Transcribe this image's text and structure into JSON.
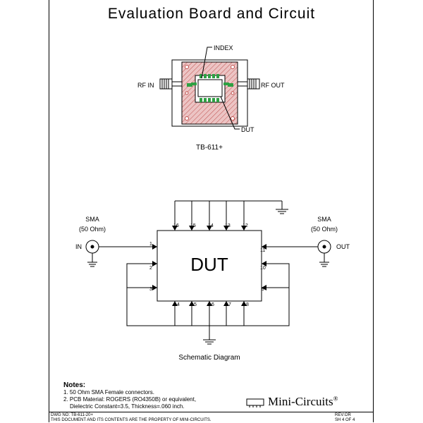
{
  "title": "Evaluation Board and Circuit",
  "board": {
    "rf_in": "RF IN",
    "rf_out": "RF OUT",
    "index": "INDEX",
    "dut": "DUT",
    "part": "TB-611+"
  },
  "schematic": {
    "left_connector": "SMA",
    "left_impedance": "(50 Ohm)",
    "left_port": "IN",
    "right_connector": "SMA",
    "right_impedance": "(50 Ohm)",
    "right_port": "OUT",
    "chip_label": "DUT",
    "caption": "Schematic Diagram",
    "pins": {
      "p1": "1",
      "p2": "2",
      "p3": "3",
      "p4": "4",
      "p5": "5",
      "p6": "6",
      "p7": "7",
      "p8": "8",
      "p9": "9",
      "p10": "10",
      "p11": "11",
      "p12": "12",
      "p13": "13",
      "p14": "14",
      "p15": "15",
      "p16": "16"
    }
  },
  "notes": {
    "heading": "Notes:",
    "n1": "1. 50 Ohm SMA Female connectors.",
    "n2a": "2. PCB Material: ROGERS (RO4350B) or equivalent,",
    "n2b": "Dielectric Constant=3.5, Thickness=.060 inch."
  },
  "brand": {
    "name": "Mini-Circuits",
    "mark": "®"
  },
  "footer": {
    "dwg": "DWG NO: TB-611-20+",
    "legal": "THIS DOCUMENT AND ITS CONTENTS ARE THE PROPERTY OF MINI-CIRCUITS.",
    "rev": "REV:OR",
    "sheet": "SH 4 OF 4"
  },
  "colors": {
    "board_fill": "#e8b4b4",
    "hatch": "#c0504d",
    "pad": "#2ea043"
  }
}
